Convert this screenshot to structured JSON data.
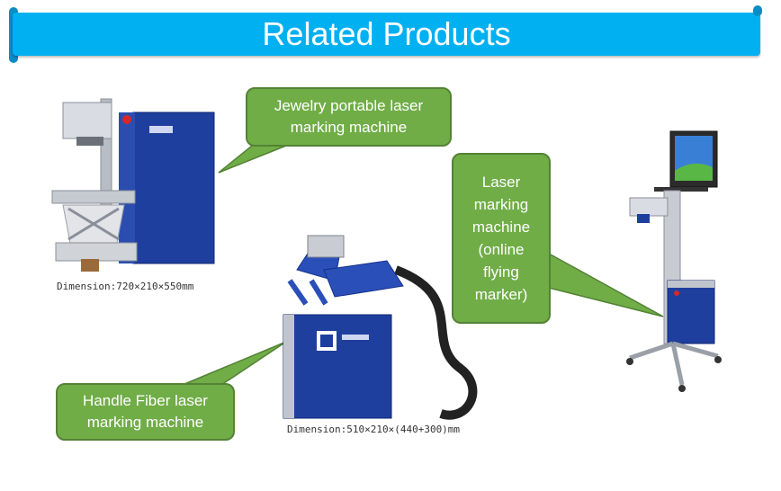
{
  "banner": {
    "title": "Related Products"
  },
  "products": [
    {
      "callout": "Jewelry portable laser marking machine",
      "dimension": "Dimension:720×210×550mm"
    },
    {
      "callout": "Laser marking machine (online flying marker)",
      "dimension": ""
    },
    {
      "callout": "Handle Fiber laser marking machine",
      "dimension": "Dimension:510×210×(440+300)mm"
    }
  ],
  "colors": {
    "banner": "#00b0f0",
    "callout": "#70ad47",
    "callout_border": "#548235",
    "machine_blue": "#1f3f9e"
  }
}
